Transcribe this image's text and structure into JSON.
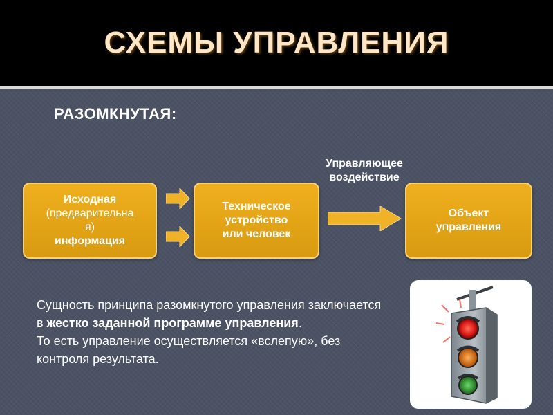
{
  "title": "СХЕМЫ УПРАВЛЕНИЯ",
  "subtitle": "РАЗОМКНУТАЯ:",
  "boxes": {
    "source": {
      "line1": "Исходная",
      "line2": "(предварительна",
      "line3": "я)",
      "line4": "информация"
    },
    "device": {
      "line1": "Техническое",
      "line2": "устройство",
      "line3": "или человек"
    },
    "object": {
      "line1": "Объект",
      "line2": "управления"
    }
  },
  "action_label": {
    "line1": "Управляющее",
    "line2": "воздействие"
  },
  "description": {
    "part1": "Сущность принципа разомкнутого управления заключается в ",
    "bold1": "жестко заданной программе управления",
    "part2": ".",
    "line2": "То есть управление осуществляется «вслепую», без контроля результата."
  },
  "colors": {
    "box_fill": "#e3a518",
    "box_border": "#f6d27a",
    "arrow_fill": "#f0b226",
    "title_color": "#ffe6c7",
    "background": "#4b5263"
  },
  "icons": {
    "traffic_light": "traffic-light-icon"
  }
}
